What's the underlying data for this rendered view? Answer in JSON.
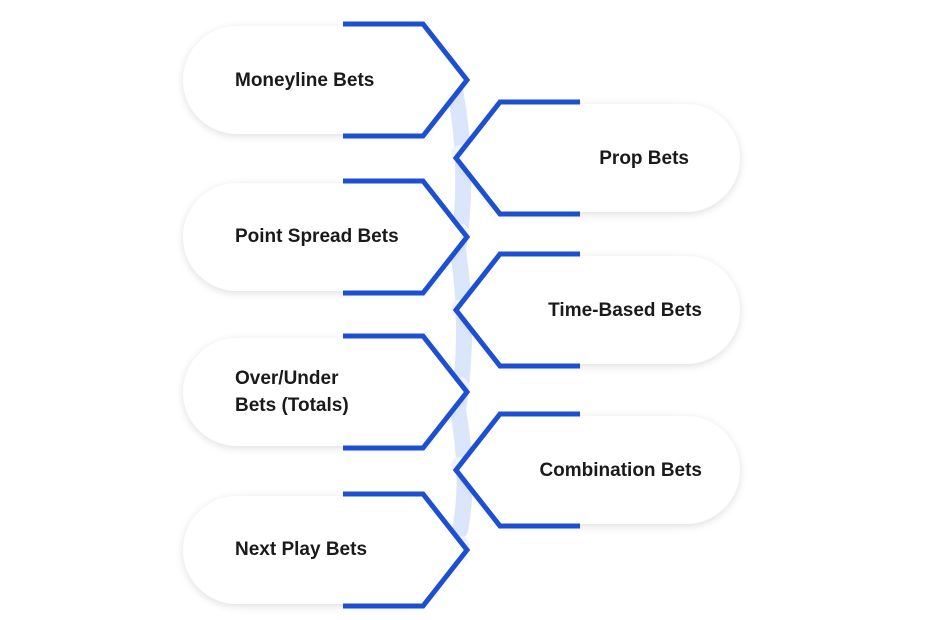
{
  "diagram": {
    "items": [
      {
        "label": "Moneyline Bets",
        "side": "left"
      },
      {
        "label": "Prop Bets",
        "side": "right"
      },
      {
        "label": "Point Spread Bets",
        "side": "left"
      },
      {
        "label": "Time-Based Bets",
        "side": "right"
      },
      {
        "label": "Over/Under\nBets (Totals)",
        "side": "left"
      },
      {
        "label": "Combination Bets",
        "side": "right"
      },
      {
        "label": "Next Play Bets",
        "side": "left"
      }
    ],
    "colors": {
      "accent": "#1d4fd1",
      "connector": "#dbe6fb",
      "card": "#ffffff",
      "text": "#1a1a1a"
    }
  }
}
